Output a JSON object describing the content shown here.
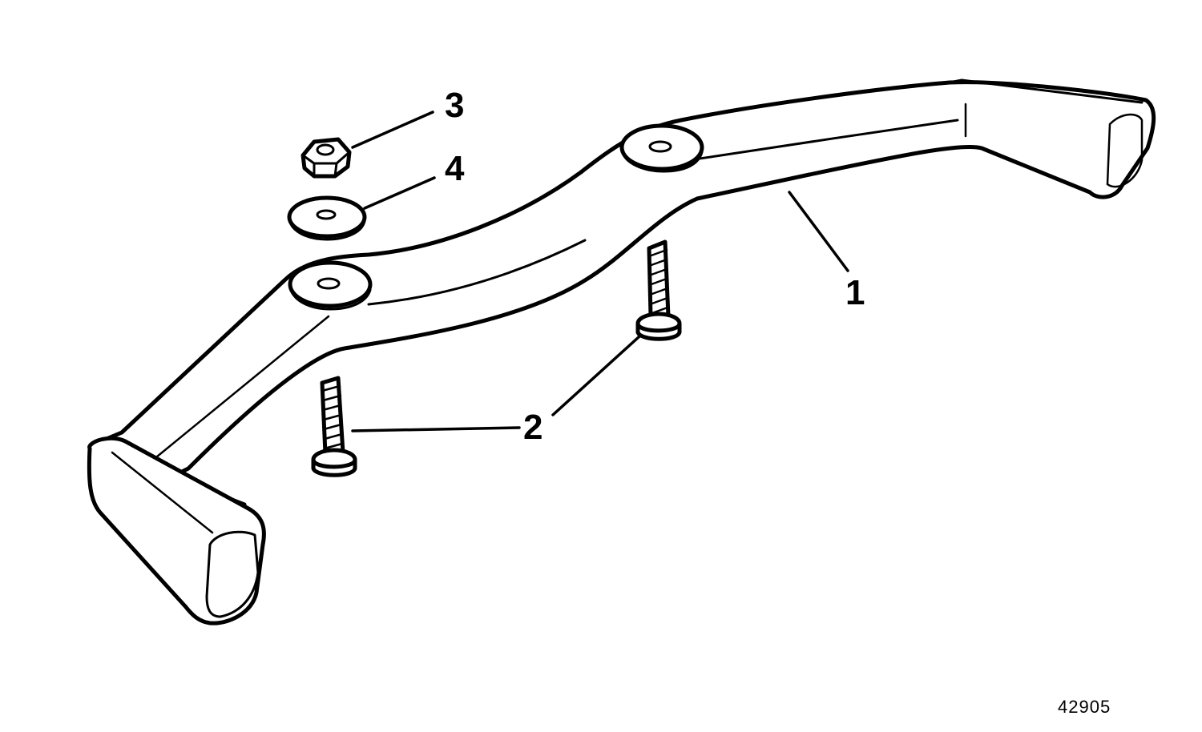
{
  "callouts": {
    "handle": "1",
    "screws": "2",
    "nut": "3",
    "washer": "4"
  },
  "figure_number": "42905",
  "colors": {
    "ink": "#000000",
    "paper": "#ffffff"
  }
}
